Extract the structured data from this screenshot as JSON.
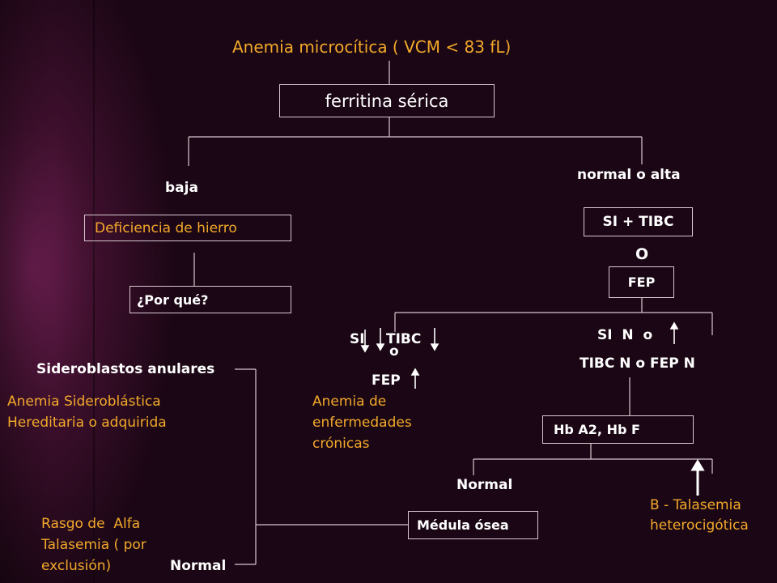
{
  "title": "Anemia microcítica ( VCM < 83 fL)",
  "nodes": {
    "ferritina": "ferritina sérica",
    "baja": "baja",
    "normal_alta": "normal o alta",
    "deficiencia": "Deficiencia de hierro",
    "por_que": "¿Por qué?",
    "si_tibc": "SI + TIBC",
    "o_1": "O",
    "fep": "FEP",
    "si_label": "SI",
    "tibc_label": "TIBC",
    "o_2": "o",
    "fep_left": "FEP",
    "si_n_o": "SI  N  o",
    "tibc_n": "TIBC N o FEP N",
    "sideroblastos": "Sideroblastos anulares",
    "anemia_sider_1": "Anemia Sideroblástica",
    "anemia_sider_2": "Hereditaria o adquirida",
    "anemia_cron_1": "Anemia de",
    "anemia_cron_2": "enfermedades",
    "anemia_cron_3": "crónicas",
    "hb_a2": "Hb A2, Hb F",
    "normal_1": "Normal",
    "beta_1": "Β - Talasemia",
    "beta_2": "heterocigótica",
    "medula": "Médula ósea",
    "rasgo_1": "Rasgo de  Alfa",
    "rasgo_2": "Talasemia ( por",
    "rasgo_3": "exclusión)",
    "normal_2": "Normal"
  },
  "colors": {
    "background": "#1a0614",
    "glow": "#6a1e4f",
    "text_white": "#ffffff",
    "text_orange": "#f3a92a",
    "lines": "#d8c8d0"
  }
}
